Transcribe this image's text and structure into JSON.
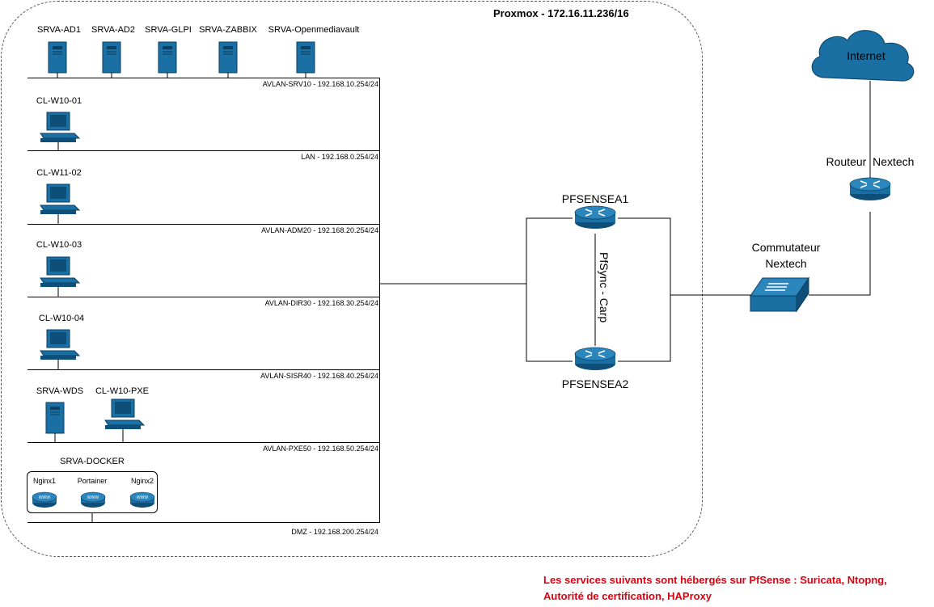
{
  "proxmox": {
    "title": "Proxmox - 172.16.11.236/16"
  },
  "servers_top": [
    {
      "label": "SRVA-AD1"
    },
    {
      "label": "SRVA-AD2"
    },
    {
      "label": "SRVA-GLPI"
    },
    {
      "label": "SRVA-ZABBIX"
    },
    {
      "label": "SRVA-Openmediavault"
    }
  ],
  "vlans": [
    {
      "label": "AVLAN-SRV10 - 192.168.10.254/24"
    },
    {
      "label": "LAN - 192.168.0.254/24"
    },
    {
      "label": "AVLAN-ADM20 - 192.168.20.254/24"
    },
    {
      "label": "AVLAN-DIR30 - 192.168.30.254/24"
    },
    {
      "label": "AVLAN-SISR40 - 192.168.40.254/24"
    },
    {
      "label": "AVLAN-PXE50 - 192.168.50.254/24"
    },
    {
      "label": "DMZ - 192.168.200.254/24"
    }
  ],
  "clients": [
    {
      "label": "CL-W10-01"
    },
    {
      "label": "CL-W11-02"
    },
    {
      "label": "CL-W10-03"
    },
    {
      "label": "CL-W10-04"
    }
  ],
  "pxe_segment": {
    "wds": "SRVA-WDS",
    "pxe_client": "CL-W10-PXE"
  },
  "docker": {
    "title": "SRVA-DOCKER",
    "containers": [
      {
        "label": "Nginx1"
      },
      {
        "label": "Portainer"
      },
      {
        "label": "Nginx2"
      }
    ],
    "icon_text": "WWW"
  },
  "firewall": {
    "primary": "PFSENSEA1",
    "secondary": "PFSENSEA2",
    "sync_label": "PfSync - Carp"
  },
  "switch": {
    "label_line1": "Commutateur",
    "label_line2": "Nextech"
  },
  "router": {
    "label": "Routeur  Nextech"
  },
  "internet": {
    "label": "Internet"
  },
  "notice": {
    "line1": "Les services suivants sont hébergés sur PfSense : Suricata, Ntopng,",
    "line2": "Autorité de certification, HAProxy"
  },
  "colors": {
    "device_fill": "#1a6fa3",
    "device_dark": "#0d4f79",
    "cloud_fill": "#1a6fa3",
    "notice": "#e0000e"
  },
  "icons": {
    "server": "server-tower-icon",
    "workstation": "desktop-computer-icon",
    "router": "router-icon",
    "switch": "network-switch-icon",
    "cloud": "cloud-icon",
    "web_server": "www-server-icon"
  }
}
